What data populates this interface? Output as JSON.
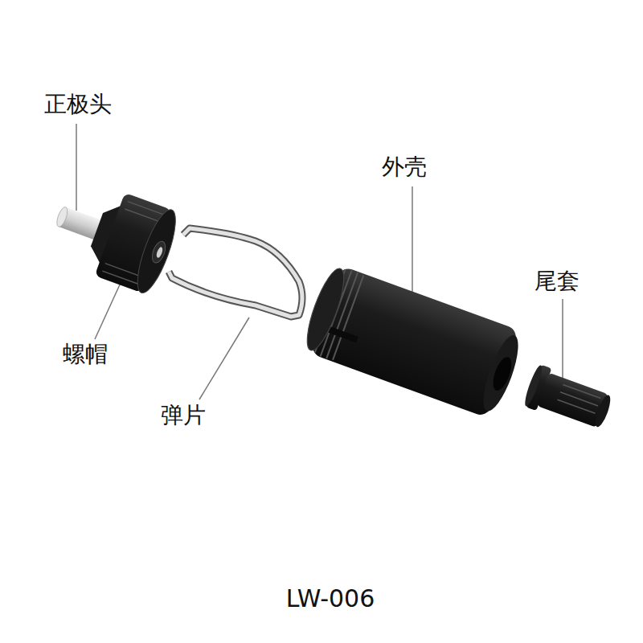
{
  "diagram": {
    "caption": "LW-006",
    "labels": [
      "正极头",
      "外壳",
      "尾套",
      "螺帽",
      "弹片"
    ]
  }
}
